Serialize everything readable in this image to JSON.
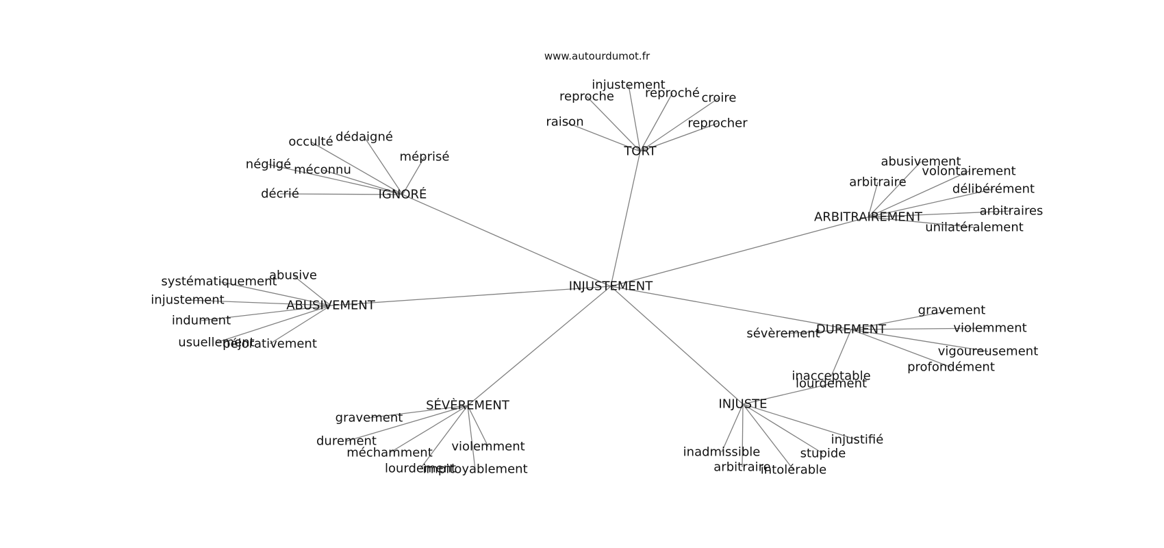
{
  "credit": "www.autourdumot.fr",
  "edge_color": "#808080",
  "text_color": "#111111",
  "center": "INJUSTEMENT",
  "groups": [
    {
      "label": "TORT",
      "words": [
        "raison",
        "reproche",
        "injustement",
        "reproché",
        "croire",
        "reprocher"
      ]
    },
    {
      "label": "IGNORÉ",
      "words": [
        "occulté",
        "dédaigné",
        "méprisé",
        "négligé",
        "méconnu",
        "décrié"
      ]
    },
    {
      "label": "ARBITRAIREMENT",
      "words": [
        "abusivement",
        "arbitraire",
        "volontairement",
        "délibérément",
        "arbitraires",
        "unilatéralement"
      ]
    },
    {
      "label": "ABUSIVEMENT",
      "words": [
        "abusive",
        "systématiquement",
        "injustement",
        "indument",
        "usuellement",
        "péjorativement"
      ]
    },
    {
      "label": "DUREMENT",
      "words": [
        "gravement",
        "violemment",
        "sévèrement",
        "vigoureusement",
        "profondément",
        "inacceptable"
      ]
    },
    {
      "label": "SÉVÈREMENT",
      "words": [
        "gravement",
        "durement",
        "méchamment",
        "violemment",
        "lourdement",
        "impitoyablement"
      ]
    },
    {
      "label": "INJUSTE",
      "words": [
        "lourdement",
        "injustifié",
        "stupide",
        "inadmissible",
        "arbitraire",
        "intolérable"
      ]
    }
  ]
}
